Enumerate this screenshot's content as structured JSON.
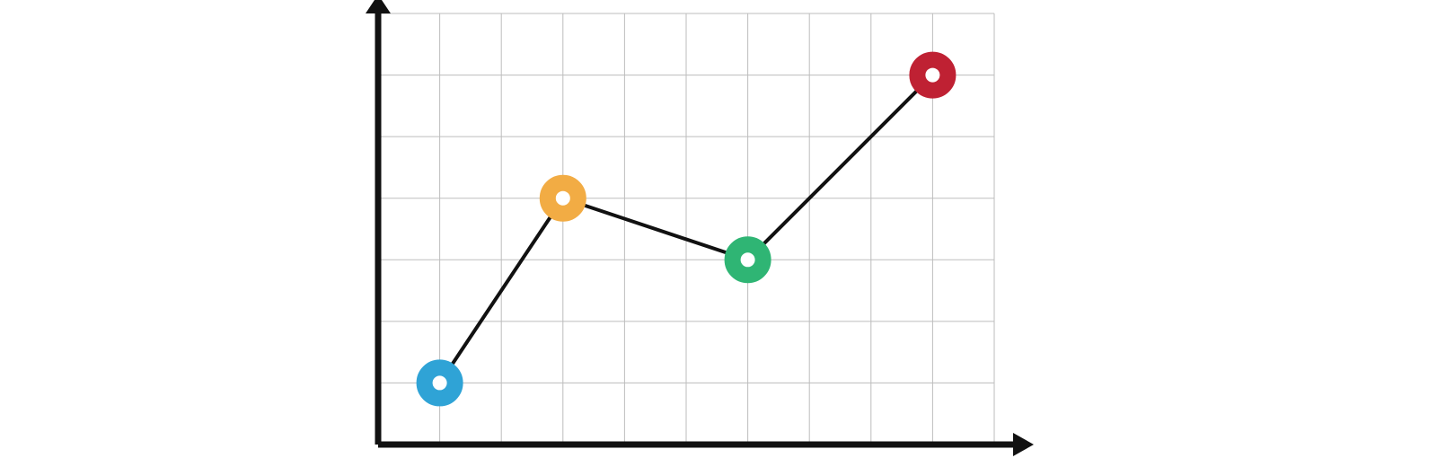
{
  "chart_data": {
    "type": "line",
    "title": "",
    "xlabel": "",
    "ylabel": "",
    "xlim": [
      0,
      10
    ],
    "ylim": [
      0,
      7
    ],
    "grid": true,
    "x": [
      1,
      3,
      6,
      9
    ],
    "series": [
      {
        "values": [
          1,
          4,
          3,
          6
        ],
        "line_color": "#111111",
        "point_colors": [
          "#2fa3d6",
          "#f2ac44",
          "#2fb574",
          "#bf2133"
        ]
      }
    ]
  }
}
